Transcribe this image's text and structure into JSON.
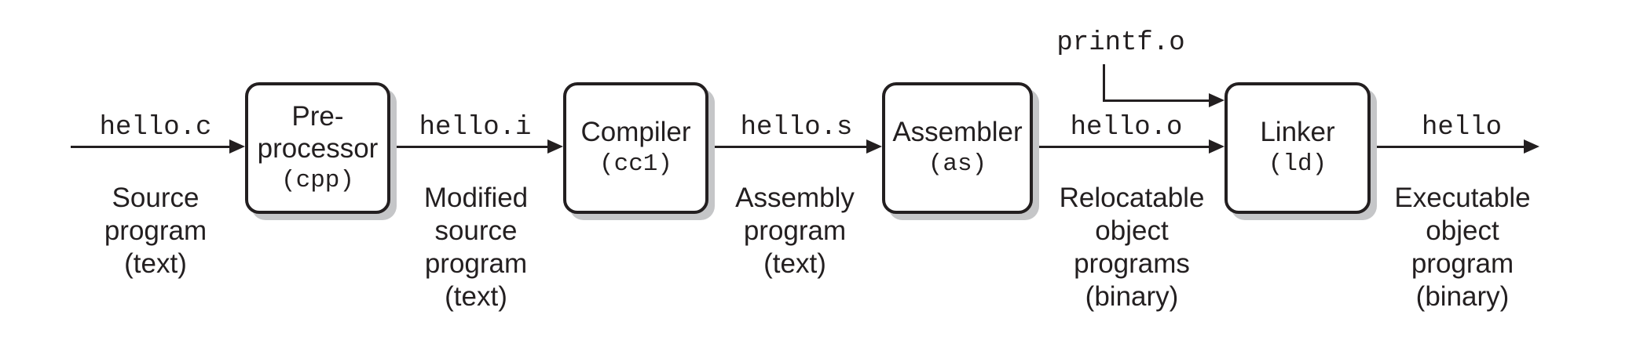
{
  "colors": {
    "ink": "#231f20",
    "box_fill": "#ffffff",
    "box_shadow": "#c5c6c8",
    "background": "#ffffff"
  },
  "diagram": {
    "stages": [
      {
        "title": "Pre-\nprocessor",
        "command": "(cpp)"
      },
      {
        "title": "Compiler",
        "command": "(cc1)"
      },
      {
        "title": "Assembler",
        "command": "(as)"
      },
      {
        "title": "Linker",
        "command": "(ld)"
      }
    ],
    "flows": [
      {
        "file": "hello.c",
        "description": "Source\nprogram\n(text)"
      },
      {
        "file": "hello.i",
        "description": "Modified\nsource\nprogram\n(text)"
      },
      {
        "file": "hello.s",
        "description": "Assembly\nprogram\n(text)"
      },
      {
        "file": "hello.o",
        "description": "Relocatable\nobject\nprograms\n(binary)"
      },
      {
        "file": "hello",
        "description": "Executable\nobject\nprogram\n(binary)"
      }
    ],
    "extra_input": {
      "file": "printf.o"
    }
  }
}
